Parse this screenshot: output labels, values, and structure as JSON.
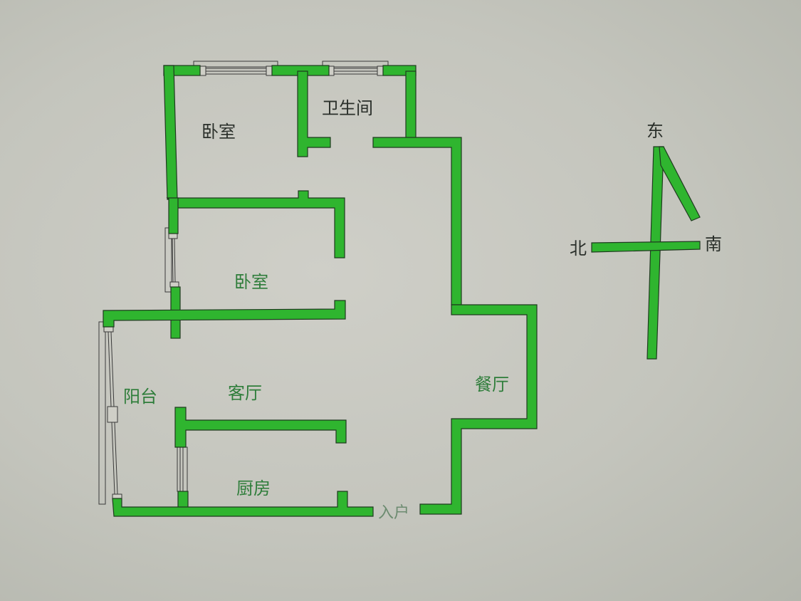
{
  "floorplan": {
    "rooms": {
      "bedroom_top": "卧室",
      "bathroom": "卫生间",
      "bedroom_middle": "卧室",
      "balcony": "阳台",
      "living_room": "客厅",
      "dining_room": "餐厅",
      "kitchen": "厨房",
      "entrance": "入户"
    },
    "colors": {
      "wall": "#2fb52f",
      "wall_outline": "#1f3a1f",
      "background": "#c8c9c1",
      "text_dark": "#2a2f2a",
      "text_green": "#2e7d3a"
    }
  },
  "compass": {
    "top": "东",
    "left": "北",
    "right": "南"
  }
}
